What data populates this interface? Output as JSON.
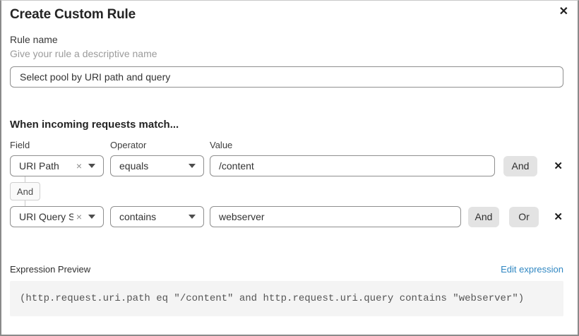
{
  "dialog": {
    "title": "Create Custom Rule"
  },
  "icons": {
    "close": "✕",
    "clear": "×",
    "delete": "✕"
  },
  "rule_name": {
    "label": "Rule name",
    "helper": "Give your rule a descriptive name",
    "value": "Select pool by URI path and query"
  },
  "match": {
    "heading": "When incoming requests match...",
    "columns": {
      "field": "Field",
      "operator": "Operator",
      "value": "Value"
    },
    "connector": "And",
    "rows": [
      {
        "field": "URI Path",
        "operator": "equals",
        "value": "/content",
        "and": "And"
      },
      {
        "field": "URI Query St...",
        "operator": "contains",
        "value": "webserver",
        "and": "And",
        "or": "Or"
      }
    ]
  },
  "expression": {
    "label": "Expression Preview",
    "edit_link": "Edit expression",
    "code": "(http.request.uri.path eq \"/content\" and http.request.uri.query contains \"webserver\")"
  },
  "colors": {
    "link": "#3087c2",
    "button_bg": "#e3e3e3",
    "code_bg": "#f4f4f4",
    "input_border": "#8f8f8f"
  }
}
